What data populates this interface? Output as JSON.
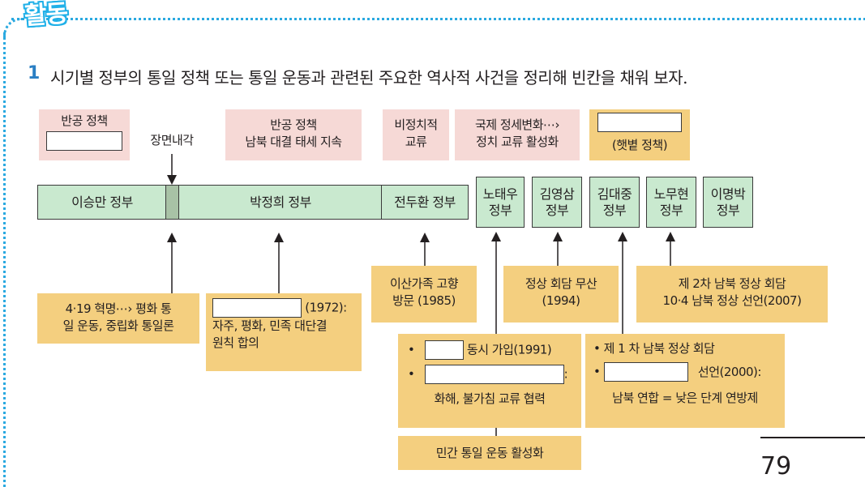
{
  "header": {
    "badge": "활동",
    "question_number": "1",
    "question_text": "시기별 정부의 통일 정책 또는 통일 운동과 관련된 주요한 역사적 사건을 정리해 빈칸을 채워 보자."
  },
  "top_boxes": {
    "rhee_policy": "반공 정책",
    "chang_cabinet": "장면내각",
    "park_policy_1": "반공 정책",
    "park_policy_2": "남북 대결 태세 지속",
    "chun_policy_1": "비정치적",
    "chun_policy_2": "교류",
    "roh_policy_1": "국제 정세변화⋯›",
    "roh_policy_2": "정치 교류 활성화",
    "kim_policy": "(햇볕 정책)"
  },
  "governments": [
    "이승만  정부",
    "박정희 정부",
    "전두환 정부",
    "노태우 정부",
    "김영삼 정부",
    "김대중 정부",
    "노무현 정부",
    "이명박 정부"
  ],
  "bottom_boxes": {
    "rhee_event_1": "4·19 혁명⋯› 평화 통",
    "rhee_event_2": "일 운동, 중립화 통일론",
    "park_year": "(1972):",
    "park_event_1": "자주, 평화, 민족 대단결",
    "park_event_2": "원칙 합의",
    "chun_event_1": "이산가족 고향",
    "chun_event_2": "방문 (1985)",
    "ys_event_1": "정상 회담 무산",
    "ys_event_2": "(1994)",
    "roh2_event_1": "제 2차 남북 정상 회담",
    "roh2_event_2": "10·4 남북 정상  선언(2007)",
    "roh_bullet_1": "동시 가입(1991)",
    "roh_bullet_2_tail": ":",
    "roh_bullet_2b": "화해, 불가침 교류 협력",
    "roh_civil": "민간 통일 운동 활성화",
    "dj_bullet_1": "• 제 1 차 남북 정상 회담",
    "dj_bullet_2": "선언(2000):",
    "dj_bullet_2b": "남북 연합 = 낮은 단계 연방제",
    "bullet_mark": "•"
  },
  "footer": {
    "page_number": "79"
  },
  "colors": {
    "pink": "#f6d9d6",
    "gold": "#f4cf7f",
    "green": "#c9e9cf",
    "frame": "#2aa9e0"
  }
}
